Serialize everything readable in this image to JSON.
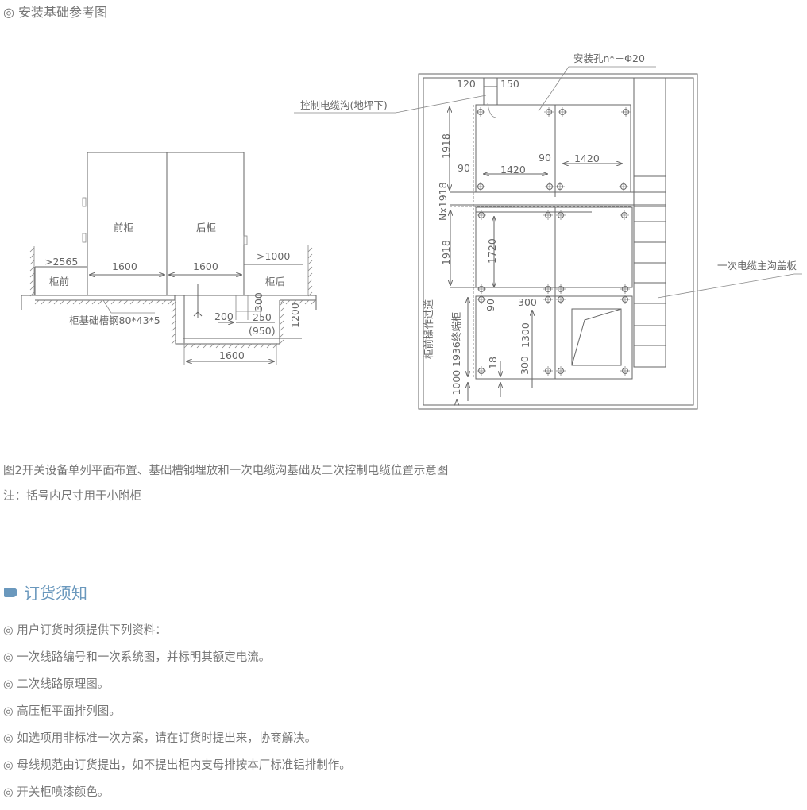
{
  "section_title": "◎ 安装基础参考图",
  "drawing_left": {
    "front_cabinet": "前柜",
    "rear_cabinet": "后柜",
    "front_clearance": ">2565",
    "front_area": "柜前",
    "rear_clearance": ">1000",
    "rear_area": "柜后",
    "width_front": "1600",
    "width_rear": "1600",
    "channel_steel": "柜基础槽钢80*43*5",
    "dim_200": "200",
    "dim_250": "250",
    "dim_950": "(950)",
    "dim_300": "300",
    "dim_1200": "1200",
    "trench_width": "1600"
  },
  "drawing_right": {
    "mount_hole": "安装孔n*－Φ20",
    "control_cable_trench": "控制电缆沟(地坪下)",
    "main_trench_cover": "一次电缆主沟盖板",
    "dim_120": "120",
    "dim_150": "150",
    "dim_1918_a": "1918",
    "dim_90_a": "90",
    "dim_1420_a": "1420",
    "dim_90_b": "90",
    "dim_1420_b": "1420",
    "dim_n1918": "Nx1918",
    "dim_1918_b": "1918",
    "dim_1720": "1720",
    "dim_90_c": "90",
    "dim_300_a": "300",
    "dim_1300": "1300",
    "dim_300_b": "300",
    "dim_18": "18",
    "end_cabinet": "1936终端柜",
    "front_aisle": "柜前操作过道",
    "dim_1000": "> 1000"
  },
  "figure_caption": "图2开关设备单列平面布置、基础槽钢埋放和一次电缆沟基础及二次控制电缆位置示意图",
  "figure_note": "注：括号内尺寸用于小附柜",
  "ordering": {
    "heading": "订货须知",
    "accent_color": "#6a98bd",
    "items": [
      "◎ 用户订货时须提供下列资料：",
      "◎ 一次线路编号和一次系统图，并标明其额定电流。",
      "◎ 二次线路原理图。",
      "◎ 高压柜平面排列图。",
      "◎ 如选项用非标准一次方案，请在订货时提出来，协商解决。",
      "◎ 母线规范由订货提出，如不提出柜内支母排按本厂标准铝排制作。",
      "◎ 开关柜喷漆颜色。"
    ]
  }
}
